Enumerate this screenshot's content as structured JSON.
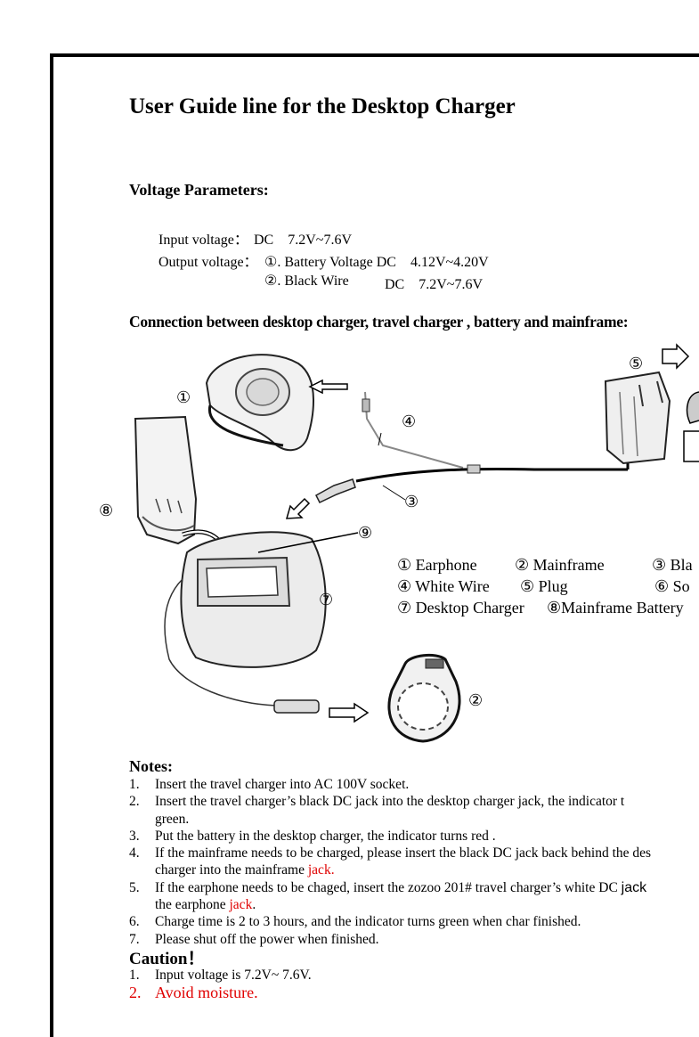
{
  "title": "User Guide line for the Desktop Charger",
  "voltage": {
    "heading": "Voltage Parameters:",
    "input_label": "Input voltage：",
    "input_value": "DC　7.2V~7.6V",
    "output_label": "Output voltage：",
    "output_1": "①. Battery Voltage DC　4.12V~4.20V",
    "output_2a": "②. Black Wire",
    "output_2b": "DC　7.2V~7.6V"
  },
  "connection_heading": "Connection between desktop charger, travel charger , battery and mainframe:",
  "callouts": [
    "①",
    "②",
    "③",
    "④",
    "⑤",
    "⑦",
    "⑧",
    "⑨"
  ],
  "legend": [
    [
      "① Earphone",
      "② Mainframe",
      "③ Bla"
    ],
    [
      "④ White Wire",
      "⑤ Plug",
      "⑥ So"
    ],
    [
      "⑦ Desktop Charger",
      "⑧Mainframe Battery"
    ]
  ],
  "notes": {
    "heading": "Notes:",
    "items": [
      {
        "n": "1.",
        "text": "Insert the travel charger into AC 100V socket."
      },
      {
        "n": "2.",
        "text": "Insert the travel charger’s black DC jack into the desktop charger jack, the indicator t",
        "text2": "green."
      },
      {
        "n": "3.",
        "text": "Put the battery in the desktop charger, the indicator turns red ."
      },
      {
        "n": "4.",
        "text": "If the mainframe needs to be charged, please insert the black DC jack back behind the des",
        "text2": "charger into the mainframe ",
        "red2": "jack."
      },
      {
        "n": "5.",
        "text": "If the earphone needs to be chaged, insert the zozoo 201# travel charger’s white DC ",
        "tail": "jack",
        "text2": "the earphone ",
        "red2": "jack",
        "after2": "."
      },
      {
        "n": "6.",
        "text": "Charge time is 2 to 3 hours, and the indicator turns green when char finished."
      },
      {
        "n": "7.",
        "text": "Please shut off the power when finished."
      }
    ]
  },
  "caution": {
    "heading": "Caution！",
    "item1_n": "1.",
    "item1": "Input voltage is 7.2V~ 7.6V.",
    "item2_n": "2.",
    "item2": "Avoid moisture."
  },
  "colors": {
    "accent_red": "#e00000",
    "text": "#000000"
  }
}
